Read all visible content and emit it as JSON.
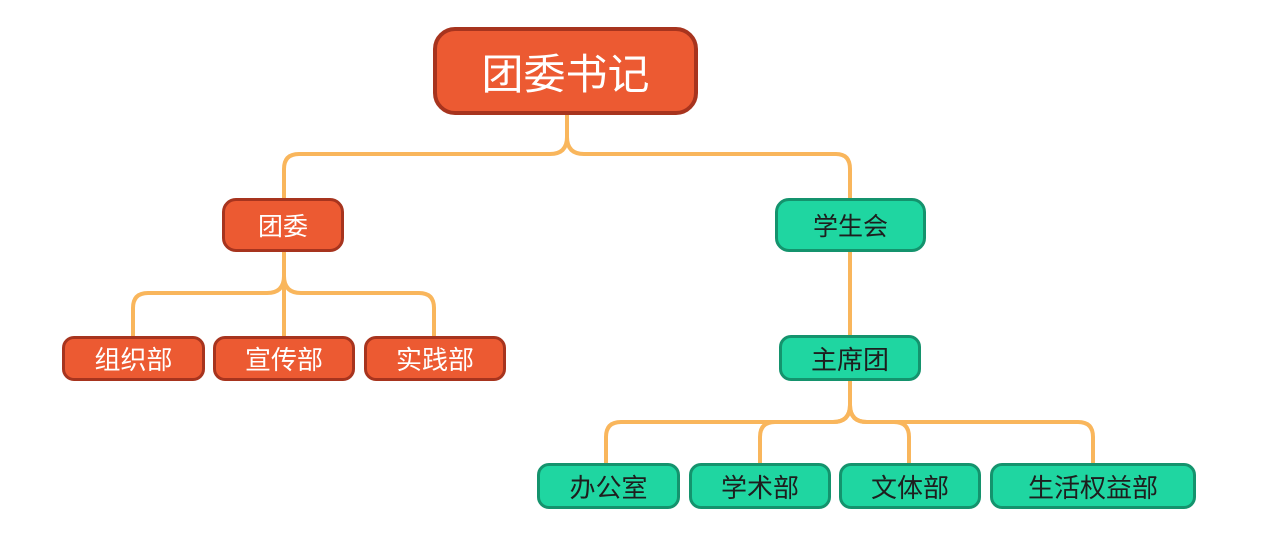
{
  "colors": {
    "red_fill": "#ec5a32",
    "red_border": "#a7341e",
    "teal_fill": "#1fd6a1",
    "teal_border": "#14936d",
    "connector": "#f9b65c"
  },
  "nodes": {
    "root": "团委书记",
    "youth_league": "团委",
    "student_union": "学生会",
    "organization": "组织部",
    "publicity": "宣传部",
    "practice": "实践部",
    "presidium": "主席团",
    "office": "办公室",
    "academic": "学术部",
    "sports_culture": "文体部",
    "welfare": "生活权益部"
  }
}
